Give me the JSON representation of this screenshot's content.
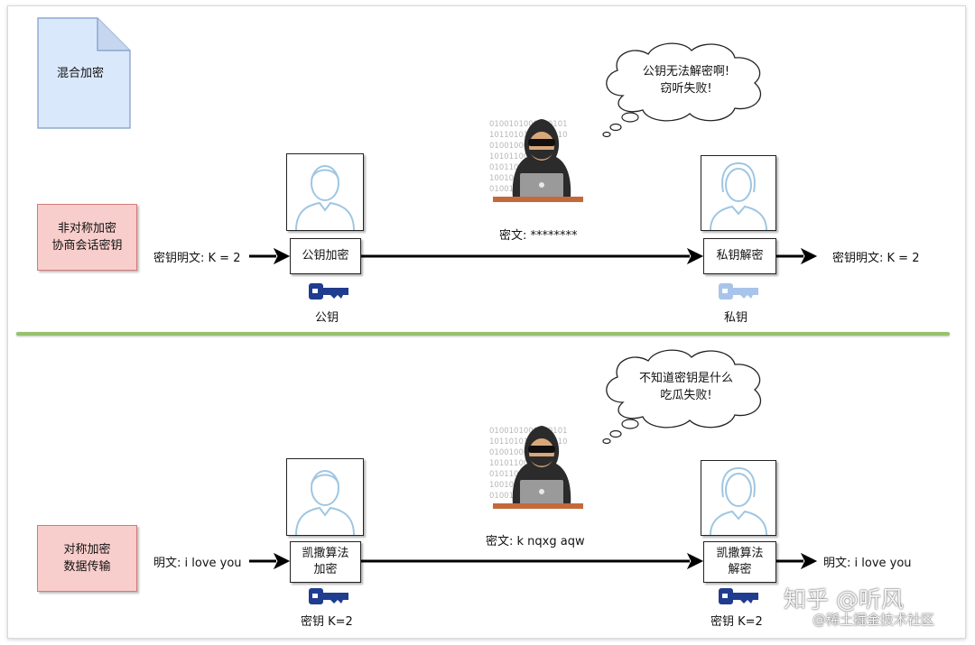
{
  "doc": {
    "title": "混合加密"
  },
  "top": {
    "section_label_l1": "非对称加密",
    "section_label_l2": "协商会话密钥",
    "plaintext_left": "密钥明文: K = 2",
    "encrypt_box": "公钥加密",
    "decrypt_box": "私钥解密",
    "ciphertext": "密文: ********",
    "plaintext_right": "密钥明文: K = 2",
    "key_left_label": "公钥",
    "key_right_label": "私钥",
    "thought_l1": "公钥无法解密啊!",
    "thought_l2": "窃听失败!"
  },
  "bottom": {
    "section_label_l1": "对称加密",
    "section_label_l2": "数据传输",
    "plaintext_left": "明文: i love you",
    "encrypt_box_l1": "凯撒算法",
    "encrypt_box_l2": "加密",
    "decrypt_box_l1": "凯撒算法",
    "decrypt_box_l2": "解密",
    "ciphertext": "密文: k nqxg aqw",
    "plaintext_right": "明文: i love you",
    "key_left_label": "密钥 K=2",
    "key_right_label": "密钥 K=2",
    "thought_l1": "不知道密钥是什么",
    "thought_l2": "吃瓜失败!"
  },
  "hacker_binary": [
    "0100101000010101",
    "1011010101100110",
    "0100100000101",
    "1010110011010",
    "0101101010101",
    "1001010110110",
    "01001011010101"
  ],
  "watermark": {
    "main": "知乎 @听风",
    "sub": "@稀土掘金技术社区"
  },
  "colors": {
    "red_box": "#f8cecc",
    "doc_fill": "#dae8fc",
    "divider": "#97c16c",
    "key_dark": "#1f3c8f",
    "key_light": "#a9c4ea",
    "avatar_line": "#9fc6e2"
  }
}
